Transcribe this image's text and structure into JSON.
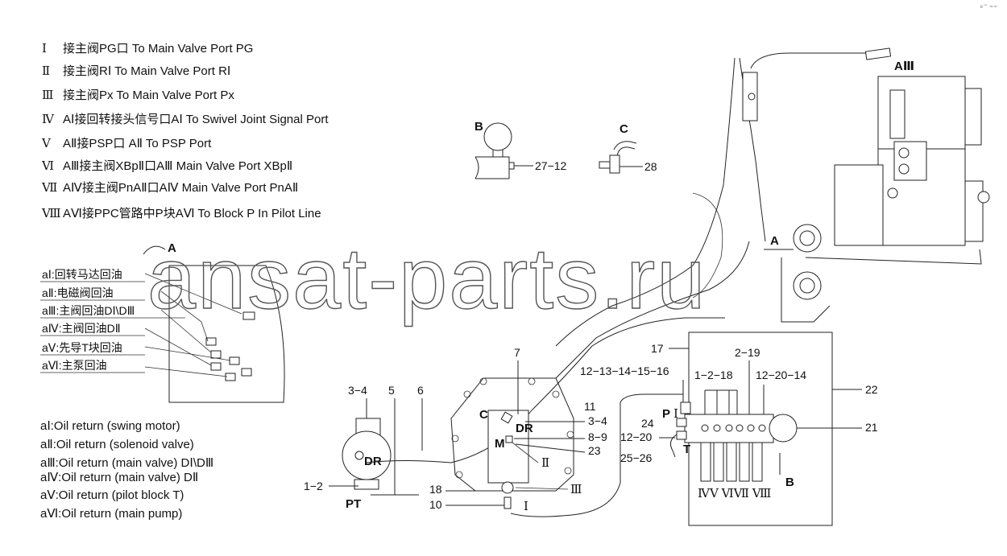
{
  "corner_mark": "e™ ≈≈",
  "legend_ports": [
    {
      "roman": "Ⅰ",
      "text": "接主阀PG口 To Main Valve Port PG"
    },
    {
      "roman": "Ⅱ",
      "text": "接主阀RⅠ  To Main Valve Port RⅠ"
    },
    {
      "roman": "Ⅲ",
      "text": "接主阀Px   To Main Valve Port Px"
    },
    {
      "roman": "Ⅳ",
      "text": "AⅠ接回转接头信号口AⅠ To Swivel Joint Signal Port"
    },
    {
      "roman": "Ⅴ",
      "text": "AⅡ接PSP口 AⅡ To PSP Port"
    },
    {
      "roman": "Ⅵ",
      "text": "AⅢ接主阀XBpⅡ口AⅢ Main Valve Port XBpⅡ"
    },
    {
      "roman": "Ⅶ",
      "text": "AⅣ接主阀PnAⅡ口AⅣ Main Valve Port PnAⅡ"
    },
    {
      "roman": "Ⅷ",
      "text": "AⅥ接PPC管路中P块AⅥ To Block P In Pilot Line"
    }
  ],
  "detail_a_labels": [
    "aⅠ:回转马达回油",
    "aⅡ:电磁阀回油",
    "aⅢ:主阀回油DⅠ\\DⅢ",
    "aⅣ:主阀回油DⅡ",
    "aⅤ:先导T块回油",
    "aⅥ:主泵回油"
  ],
  "legend_return": [
    "aⅠ:Oil return (swing motor)",
    "aⅡ:Oil return (solenoid valve)",
    "aⅢ:Oil return (main valve) DⅠ\\DⅢ",
    "aⅣ:Oil return (main valve) DⅡ",
    "aⅤ:Oil return (pilot block T)",
    "aⅥ:Oil return (main pump)"
  ],
  "markers": {
    "detail_a": "A",
    "view_b": "B",
    "view_c": "C",
    "a_main": "A",
    "b_main": "B",
    "c_main": "C",
    "aiii": "AⅢ",
    "dr_pump": "DR",
    "dr_motor": "DR",
    "m": "M",
    "p": "P",
    "t": "T",
    "pt": "PT",
    "roman_ii": "Ⅱ",
    "roman_iii": "Ⅲ",
    "roman_i": "Ⅰ",
    "block_romans": "ⅣⅤ ⅥⅦ  Ⅷ"
  },
  "callouts": {
    "c27_12": "27−12",
    "c28": "28",
    "c17": "17",
    "c2_19": "2−19",
    "c12_16": "12−13−14−15−16",
    "c1_18": "1−2−18",
    "c12_14": "12−20−14",
    "c22": "22",
    "c7": "7",
    "c3_4a": "3−4",
    "c5": "5",
    "c6": "6",
    "c11": "11",
    "c24": "24",
    "c21": "21",
    "c12_20": "12−20",
    "c25_26": "25−26",
    "c3_4b": "3−4",
    "c8_9": "8−9",
    "c23": "23",
    "c1_2": "1−2",
    "c18": "18",
    "c10": "10"
  },
  "watermark": "ansat-parts.ru"
}
